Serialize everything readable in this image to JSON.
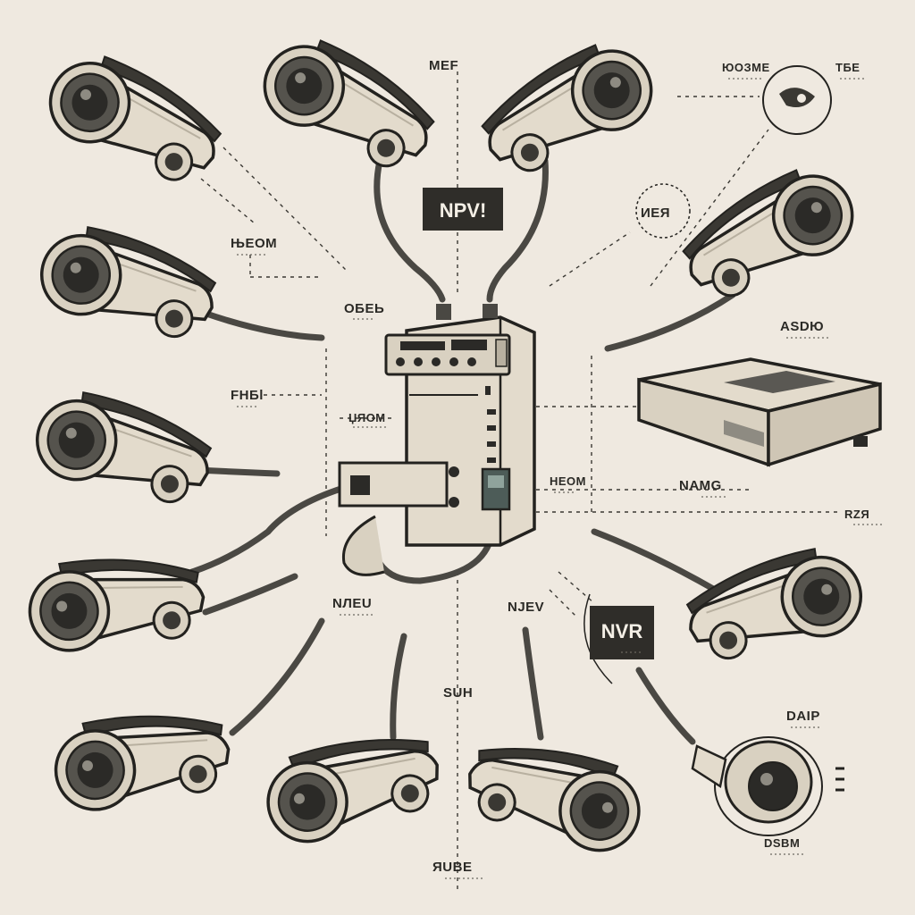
{
  "diagram": {
    "badges": {
      "top": "NPV!",
      "nvr": "NVR"
    },
    "labels": [
      "MEF",
      "ЮОЗМЕ",
      "ТБЕ",
      "ИЕЯ",
      "ЊЕОМ",
      "ОБЕЬ",
      "АSDЮ",
      "FHБl",
      "ЏЯОМ",
      "НЕОМ",
      "NAMG",
      "RZЯ",
      "NЛЕU",
      "NJEV",
      "SUH",
      "DAIP",
      "DSBM",
      "ЯUBE"
    ]
  },
  "colors": {
    "background": "#efe9e0",
    "device_body": "#e3dbcc",
    "outline": "#23221f",
    "cable": "#4a4843",
    "badge": "#2f2d29",
    "leader": "#3a3833"
  }
}
